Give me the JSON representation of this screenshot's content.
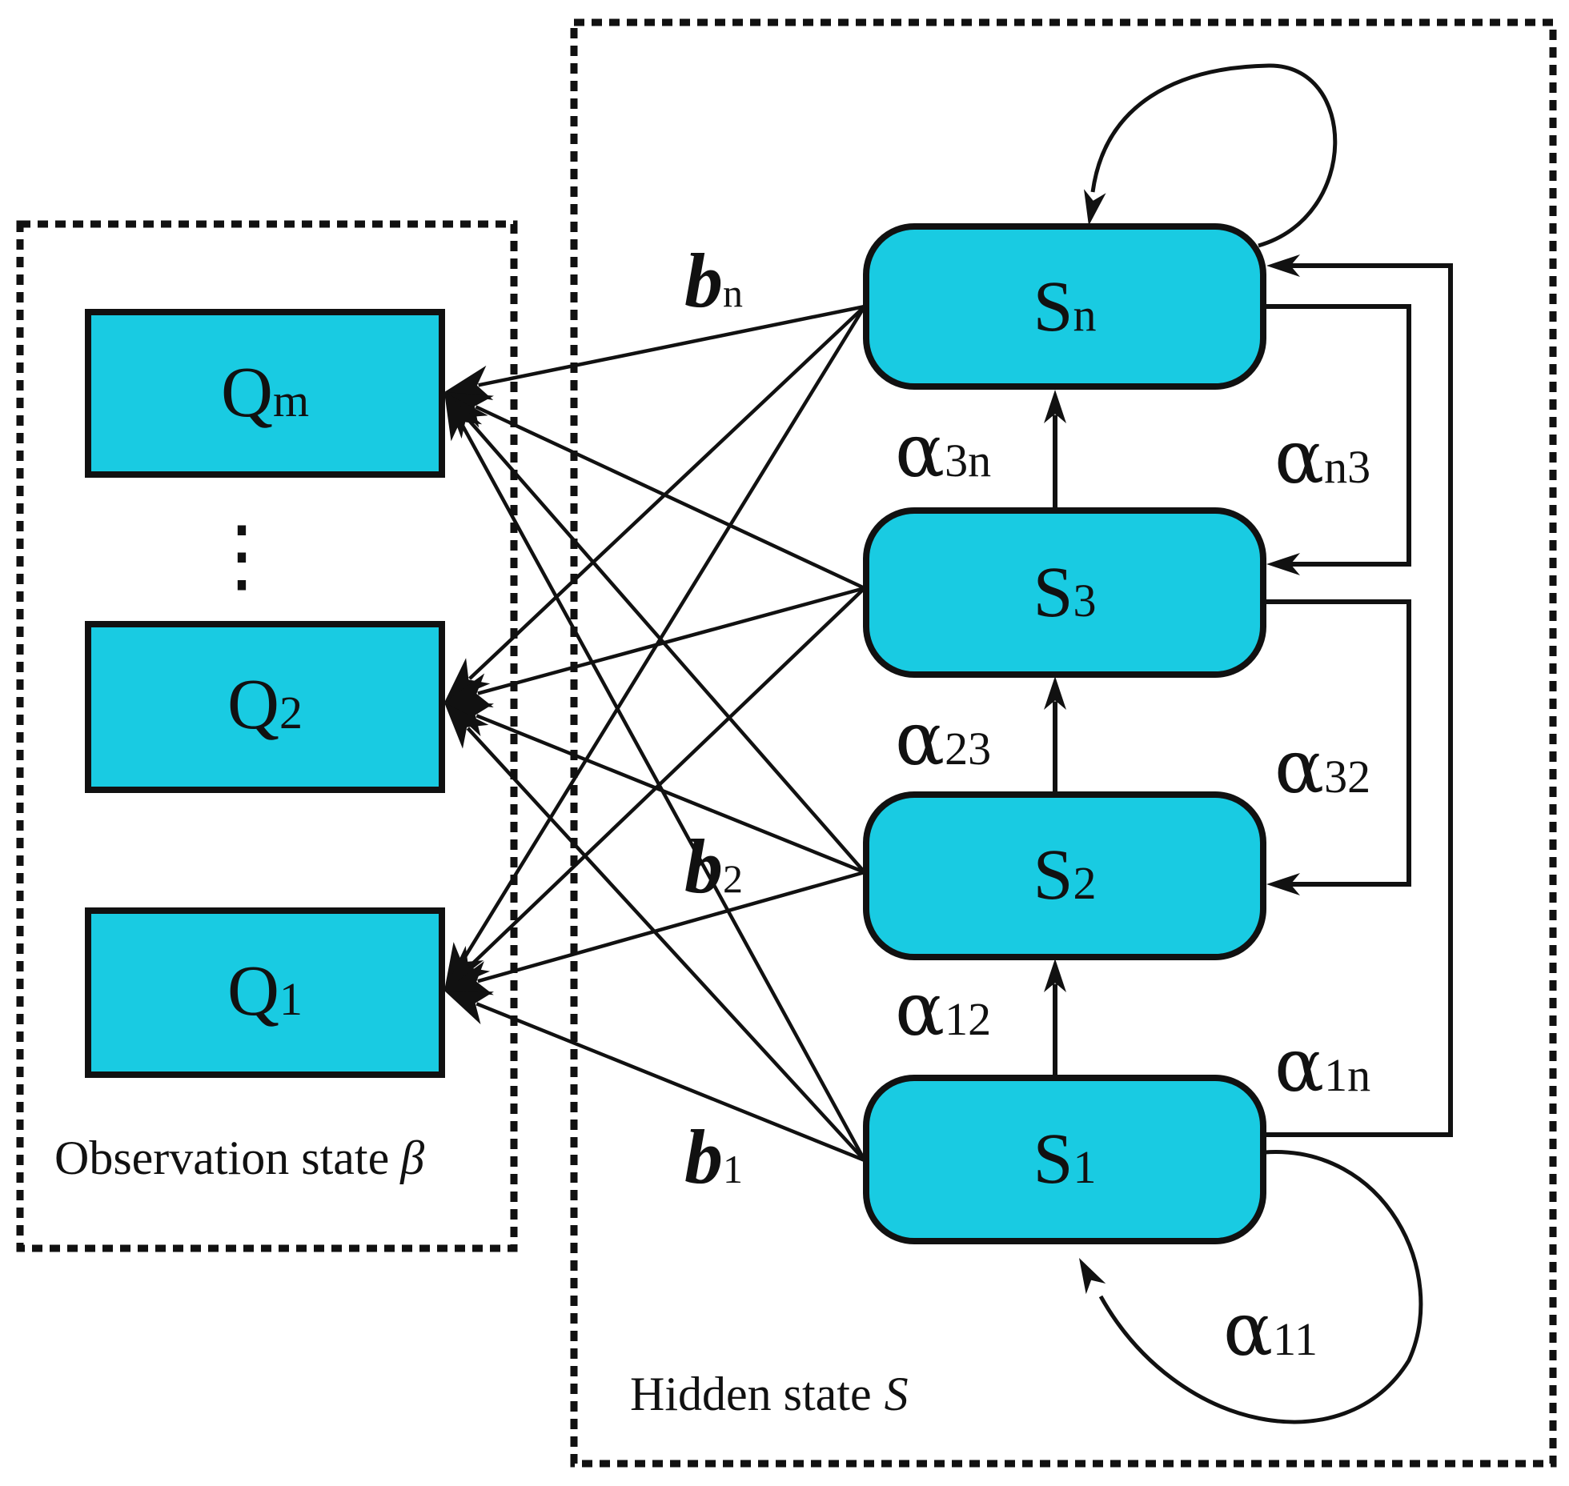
{
  "colors": {
    "node_fill": "#19cbe2",
    "stroke": "#111111"
  },
  "observation": {
    "caption": "Observation state",
    "caption_symbol": "β",
    "ellipsis": "⋮",
    "nodes": [
      {
        "id": "Qm",
        "base": "Q",
        "sub": "m"
      },
      {
        "id": "Q2",
        "base": "Q",
        "sub": "2"
      },
      {
        "id": "Q1",
        "base": "Q",
        "sub": "1"
      }
    ]
  },
  "hidden": {
    "caption": "Hidden state",
    "caption_symbol": "S",
    "nodes": [
      {
        "id": "Sn",
        "base": "S",
        "sub": "n"
      },
      {
        "id": "S3",
        "base": "S",
        "sub": "3"
      },
      {
        "id": "S2",
        "base": "S",
        "sub": "2"
      },
      {
        "id": "S1",
        "base": "S",
        "sub": "1"
      }
    ]
  },
  "transition_labels": [
    {
      "id": "a3n",
      "base": "α",
      "sub": "3n"
    },
    {
      "id": "a23",
      "base": "α",
      "sub": "23"
    },
    {
      "id": "a12",
      "base": "α",
      "sub": "12"
    },
    {
      "id": "an3",
      "base": "α",
      "sub": "n3"
    },
    {
      "id": "a32",
      "base": "α",
      "sub": "32"
    },
    {
      "id": "a1n",
      "base": "α",
      "sub": "1n"
    },
    {
      "id": "a11",
      "base": "α",
      "sub": "11"
    }
  ],
  "emission_labels": [
    {
      "id": "bn",
      "base": "b",
      "sub": "n"
    },
    {
      "id": "b2",
      "base": "b",
      "sub": "2"
    },
    {
      "id": "b1",
      "base": "b",
      "sub": "1"
    }
  ]
}
